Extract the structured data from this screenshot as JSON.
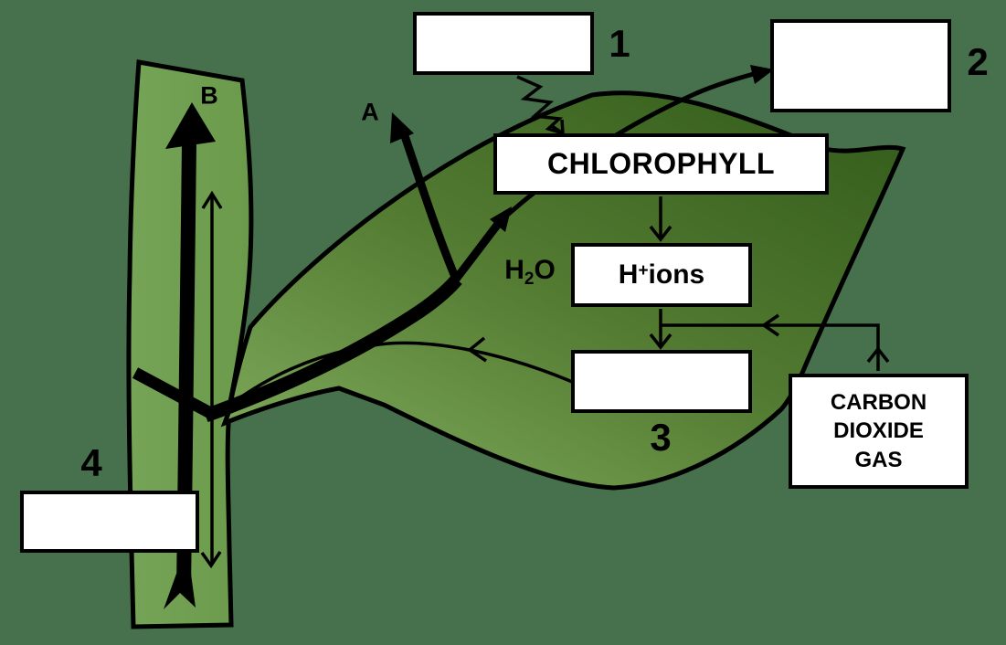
{
  "diagram_title": "photosynthesis-in-a-leaf",
  "colors": {
    "background": "#47704D",
    "leaf_light": "#7CA758",
    "leaf_mid": "#527A31",
    "leaf_dark": "#365F1D",
    "stem": "#76A457",
    "stem_edge": "#6B9A4B",
    "outline": "#000000",
    "box_bg": "#FFFFFF"
  },
  "boxes": {
    "chlorophyll": {
      "label": "CHLOROPHYLL"
    },
    "h_ions": {
      "base": "H",
      "sup": "+",
      "rest": "ions"
    },
    "co2": {
      "line1": "CARBON",
      "line2": "DIOXIDE",
      "line3": "GAS"
    },
    "blank1": {
      "label": ""
    },
    "blank2": {
      "label": ""
    },
    "blank3": {
      "label": ""
    },
    "blank4": {
      "label": ""
    }
  },
  "labels": {
    "number1": "1",
    "number2": "2",
    "number3": "3",
    "number4": "4",
    "arrow_a": "A",
    "arrow_b": "B",
    "h2o": {
      "base": "H",
      "sub": "2",
      "rest": "O"
    }
  }
}
